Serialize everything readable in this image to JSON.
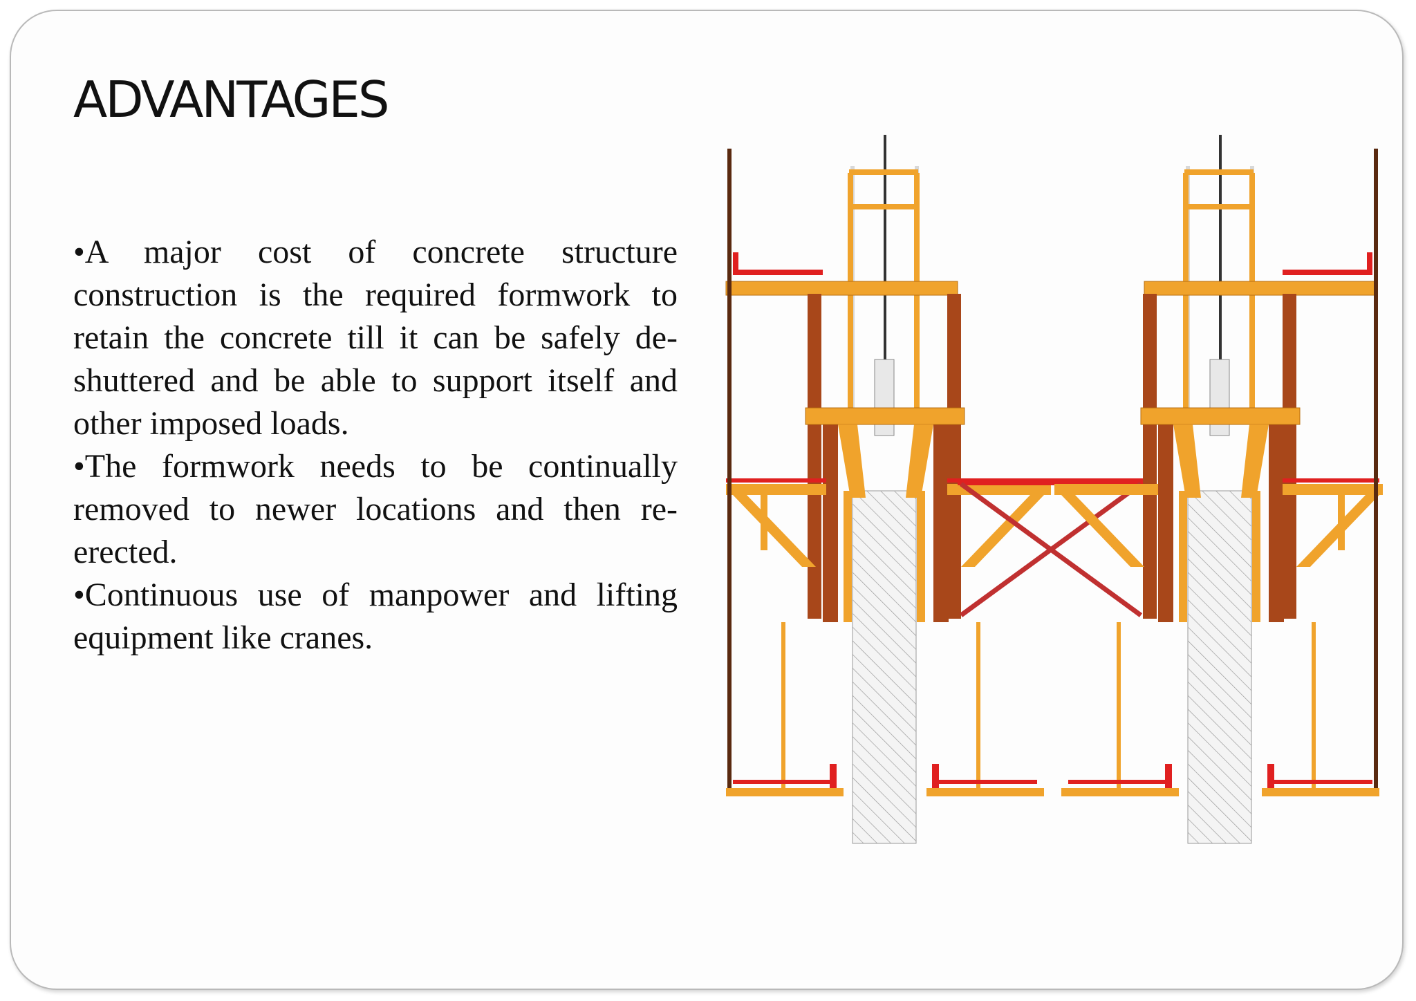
{
  "slide": {
    "title": "ADVANTAGES",
    "bullets": [
      "•A major cost of concrete structure construction is the required formwork to retain the concrete till it can be safely de-shuttered and be able to support itself and other imposed loads.",
      "•The formwork needs to be continually removed to newer locations and then re-erected.",
      "•Continuous use of manpower and lifting equipment like cranes."
    ]
  },
  "figure": {
    "type": "climbing formwork elevation drawing",
    "colors": {
      "timber": "#f0a32c",
      "brown": "#a8471a",
      "red": "#e02020",
      "concrete_hatch": "#9a9a9a",
      "dark": "#3a2a1a"
    }
  }
}
